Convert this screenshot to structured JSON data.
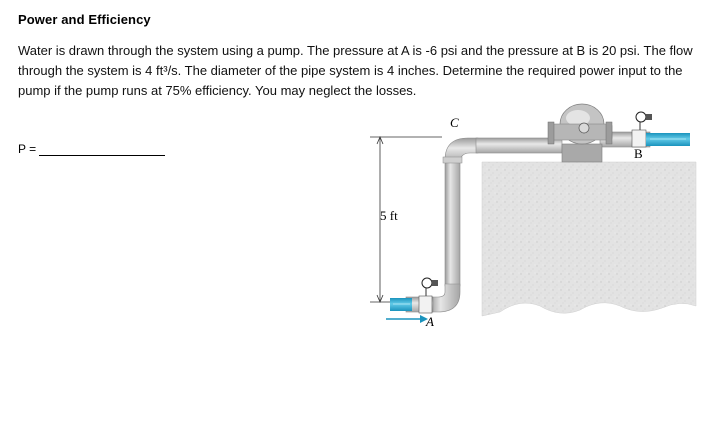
{
  "title": "Power and Efficiency",
  "problem_text": "Water is drawn through the system using a pump.  The pressure at A is -6 psi and the pressure at B is 20 psi.  The flow through the system is 4 ft³/s.  The diameter of the pipe system is 4 inches.  Determine the required power input to the pump if the pump runs at 75% efficiency.  You may neglect the losses.",
  "answer": {
    "label": "P ="
  },
  "figure": {
    "label_c": "C",
    "label_b": "B",
    "label_a": "A",
    "dimension_label": "5 ft",
    "colors": {
      "water": "#2fb0d6",
      "pipe": "#b9b9b9",
      "ground": "#dcdcdc"
    }
  }
}
